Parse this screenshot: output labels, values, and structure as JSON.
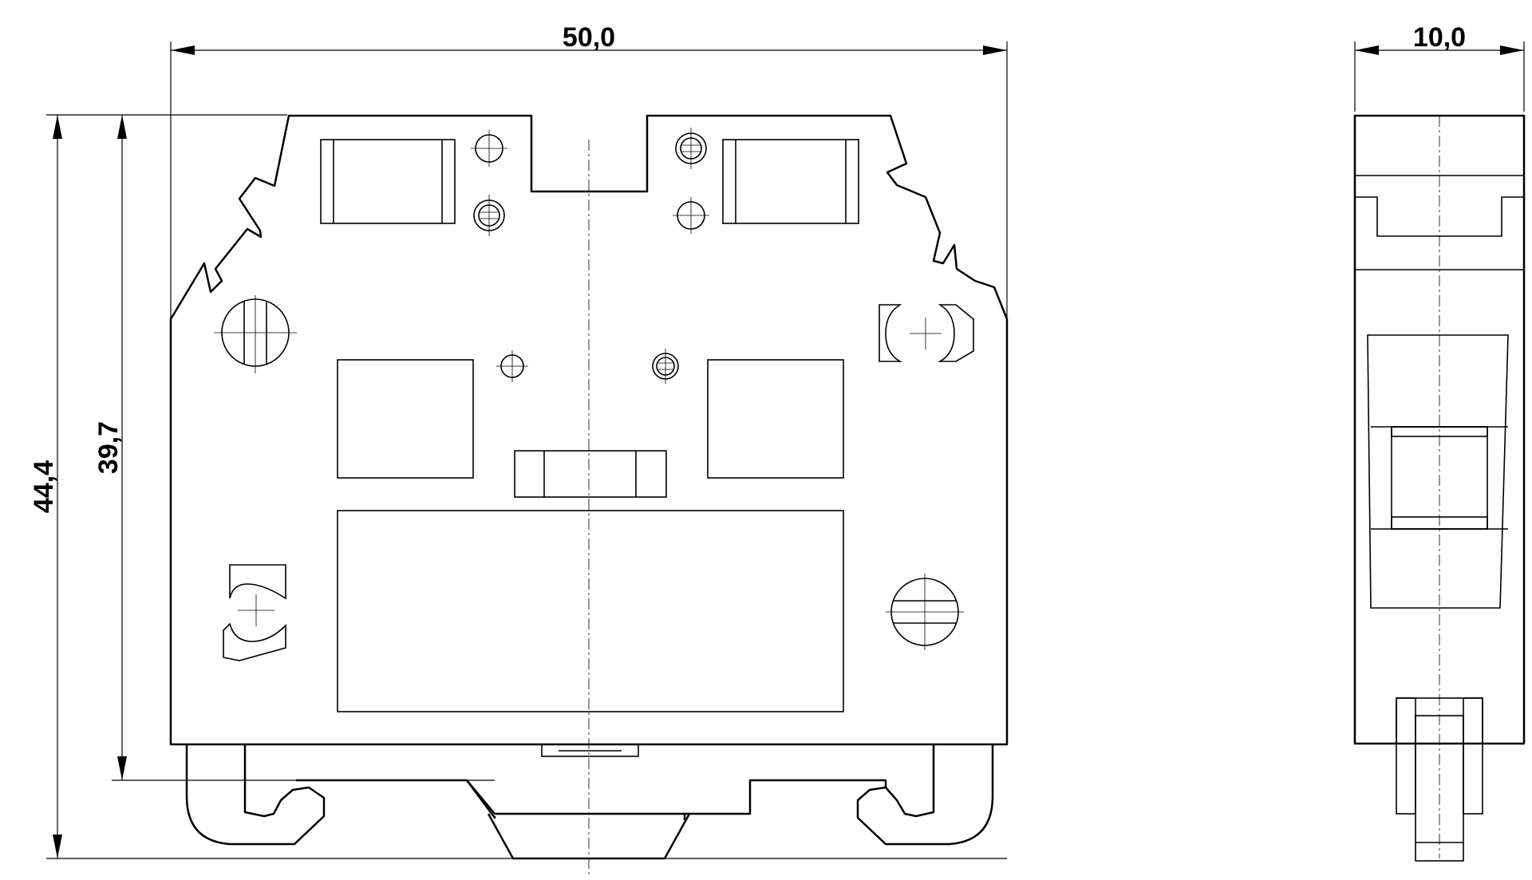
{
  "dimensions": {
    "width": "50,0",
    "depth": "10,0",
    "height_total": "44,4",
    "height_rail": "39,7"
  }
}
